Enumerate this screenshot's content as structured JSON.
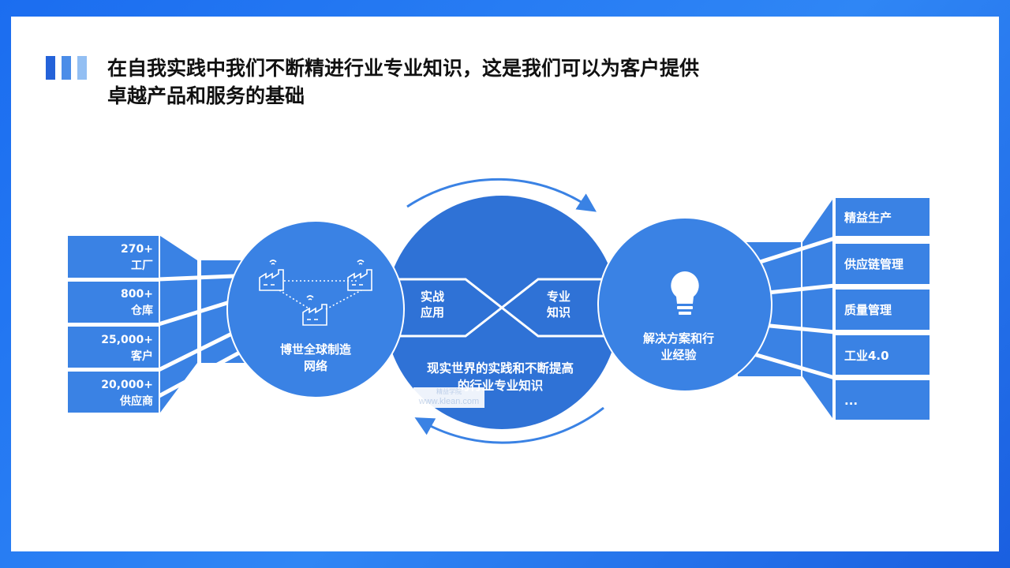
{
  "colors": {
    "brand_blue": "#3a82e4",
    "dark_blue": "#2f72d6",
    "light_bar": "#93bff3"
  },
  "title": {
    "line1": "在自我实践中我们不断精进行业专业知识，这是我们可以为客户提供",
    "line2": "卓越产品和服务的基础"
  },
  "left_stats": [
    {
      "number": "270+",
      "label": "工厂"
    },
    {
      "number": "800+",
      "label": "仓库"
    },
    {
      "number": "25,000+",
      "label": "客户"
    },
    {
      "number": "20,000+",
      "label": "供应商"
    }
  ],
  "left_circle": {
    "line1": "博世全球制造",
    "line2": "网络",
    "icon": "factory-icon"
  },
  "center_circle": {
    "left_line1": "实战",
    "left_line2": "应用",
    "right_line1": "专业",
    "right_line2": "知识",
    "bottom_line1": "现实世界的实践和不断提高",
    "bottom_line2": "的行业专业知识"
  },
  "right_circle": {
    "line1": "解决方案和行",
    "line2": "业经验",
    "icon": "lightbulb-icon"
  },
  "right_items": [
    "精益生产",
    "供应链管理",
    "质量管理",
    "工业4.0",
    "..."
  ],
  "watermark": {
    "line1": "精益学院",
    "line2": "www.klean.com"
  }
}
